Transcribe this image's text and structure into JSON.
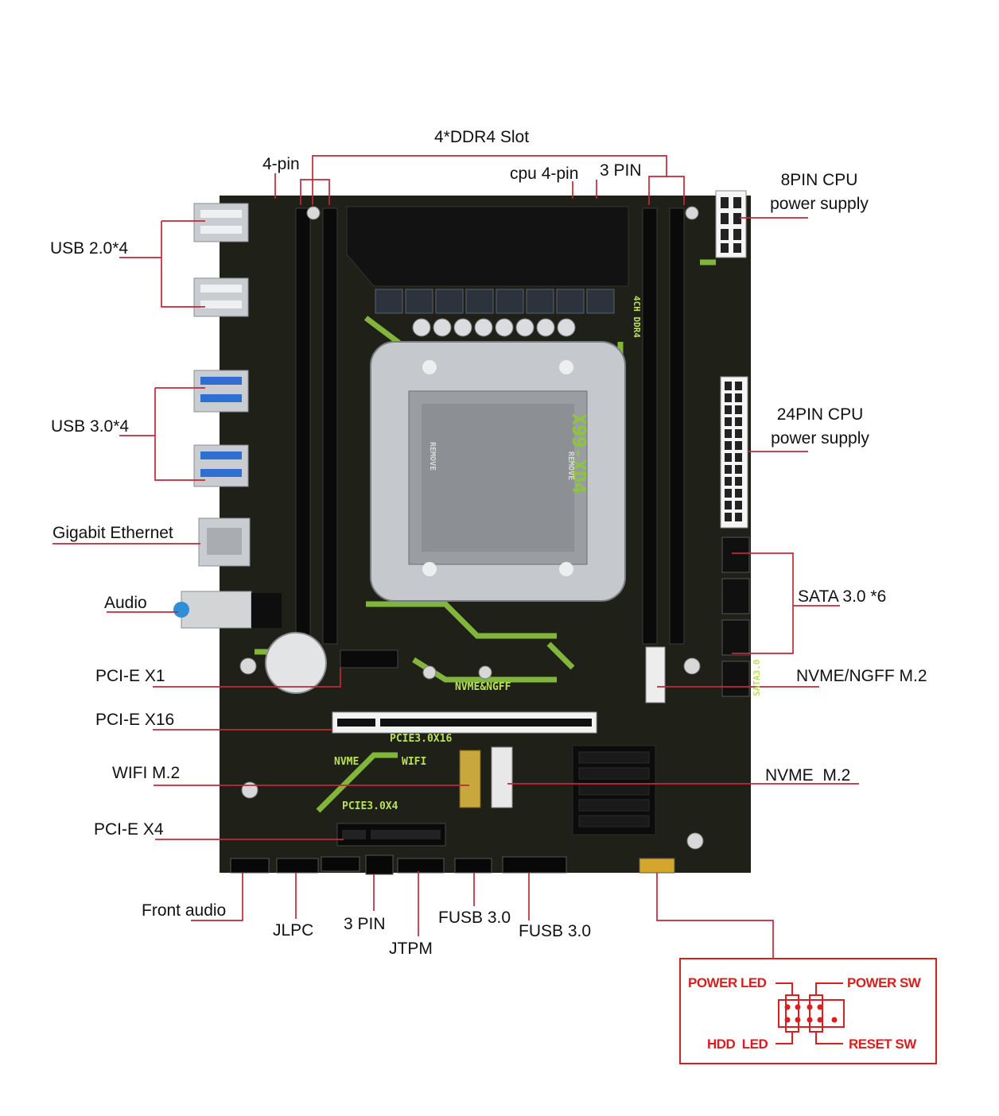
{
  "colors": {
    "pcb": "#1f2119",
    "accent_green": "#8cc63f",
    "callout_line": "#c0293a",
    "pin_red": "#d81e1e"
  },
  "board": {
    "model": "X99-XD4",
    "ddr_silk": "4CH DDR4",
    "nvme_ngff_silk": "NVME&NGFF",
    "pcie16_silk": "PCIE3.0X16",
    "nvme_silk": "NVME",
    "wifi_silk": "WIFI",
    "pcie4_silk": "PCIE3.0X4",
    "sata_silk": "SATA3.0",
    "socket_remove_left": "REMOVE",
    "socket_remove_right": "REMOVE"
  },
  "labels": {
    "ddr4_slots": "4*DDR4 Slot",
    "four_pin": "4-pin",
    "cpu_4pin": "cpu 4-pin",
    "three_pin_top": "3 PIN",
    "cpu_8pin": "8PIN CPU power supply",
    "usb2": "USB 2.0*4",
    "usb3": "USB 3.0*4",
    "ethernet": "Gigabit Ethernet",
    "audio": "Audio",
    "pcie_x1": "PCI-E X1",
    "pcie_x16": "PCI-E X16",
    "wifi_m2": "WIFI M.2",
    "pcie_x4": "PCI-E X4",
    "atx24": "24PIN CPU power supply",
    "sata": "SATA 3.0 *6",
    "nvme_ngff": "NVME/NGFF M.2",
    "nvme_m2": "NVME  M.2",
    "front_audio": "Front audio",
    "jlpc": "JLPC",
    "three_pin_bottom": "3 PIN",
    "jtpm": "JTPM",
    "fusb_a": "FUSB 3.0",
    "fusb_b": "FUSB 3.0"
  },
  "front_panel": {
    "power_led": "POWER LED",
    "power_sw": "POWER SW",
    "hdd_led": "HDD  LED",
    "reset_sw": "RESET SW"
  }
}
